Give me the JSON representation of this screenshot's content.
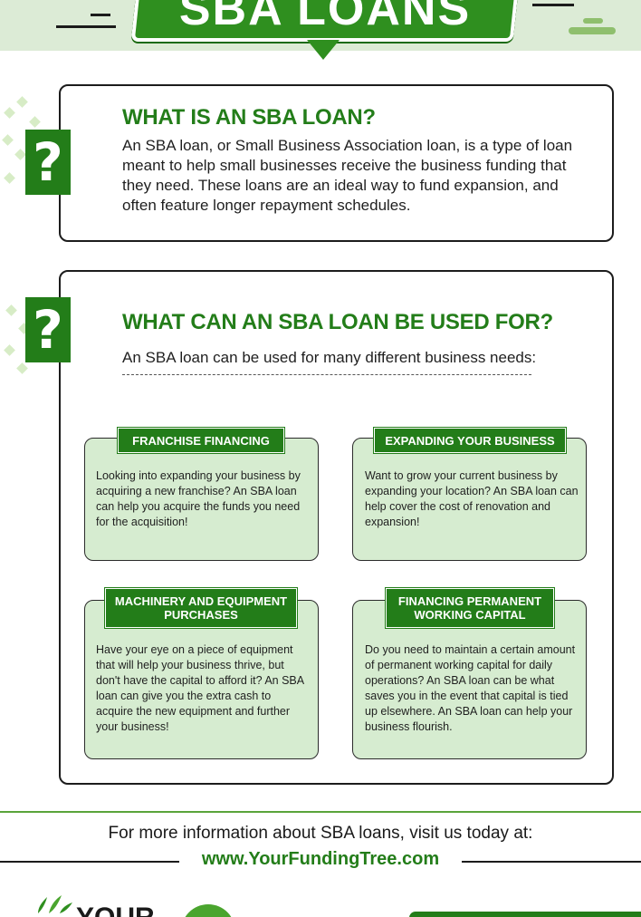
{
  "header": {
    "title": "SBA LOANS"
  },
  "section1": {
    "icon": "question-mark-icon",
    "icon_glyph": "?",
    "heading": "WHAT IS AN SBA LOAN?",
    "body": "An SBA loan, or Small Business Association loan, is a type of loan meant to help small businesses receive the business funding that they need. These loans are an ideal way to fund expansion, and often feature longer repayment schedules."
  },
  "section2": {
    "icon": "question-mark-icon",
    "icon_glyph": "?",
    "heading": "WHAT CAN AN SBA LOAN BE USED FOR?",
    "intro": "An SBA loan can be used for many different business needs:",
    "cards": [
      {
        "title": "FRANCHISE FINANCING",
        "body": "Looking into expanding your business by acquiring a new franchise? An SBA loan can help you acquire the funds you need for the acquisition!"
      },
      {
        "title": "EXPANDING YOUR BUSINESS",
        "body": "Want to grow your current business by expanding your location? An SBA loan can help cover the cost of renovation and expansion!"
      },
      {
        "title": "MACHINERY AND EQUIPMENT PURCHASES",
        "body": "Have your eye on a piece of equipment that will help your business thrive, but don't have the capital to afford it? An SBA loan can give you the extra cash to acquire the new equipment and further your business!"
      },
      {
        "title": "FINANCING PERMANENT WORKING CAPITAL",
        "body": "Do you need to maintain a certain amount of permanent working capital for daily operations? An SBA loan can be what saves you in the event that capital is tied up elsewhere. An SBA loan can help your business flourish."
      }
    ]
  },
  "footer": {
    "text": "For more information about SBA loans, visit us today at:",
    "url": "www.YourFundingTree.com",
    "logo_word": "YOUR"
  },
  "colors": {
    "brand_green": "#237d19",
    "card_fill": "#d6ecd0",
    "header_fill": "#dcebd6"
  }
}
